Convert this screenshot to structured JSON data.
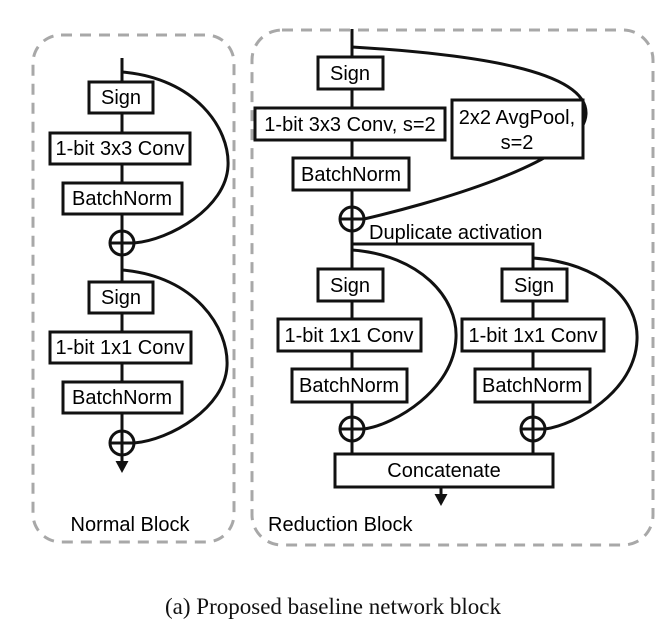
{
  "diagram": {
    "normal_block": {
      "label": "Normal Block",
      "nodes": {
        "sign1": "Sign",
        "conv3x3": "1-bit 3x3 Conv",
        "bn1": "BatchNorm",
        "sign2": "Sign",
        "conv1x1": "1-bit 1x1 Conv",
        "bn2": "BatchNorm"
      }
    },
    "reduction_block": {
      "label": "Reduction Block",
      "nodes": {
        "sign1": "Sign",
        "conv3x3s2": "1-bit 3x3 Conv, s=2",
        "avgpool_line1": "2x2 AvgPool,",
        "avgpool_line2": "s=2",
        "bn1": "BatchNorm",
        "duplicate_note": "Duplicate activation",
        "left_sign": "Sign",
        "left_conv": "1-bit 1x1 Conv",
        "left_bn": "BatchNorm",
        "right_sign": "Sign",
        "right_conv": "1-bit 1x1 Conv",
        "right_bn": "BatchNorm",
        "concat": "Concatenate"
      }
    },
    "caption": "(a) Proposed baseline network block",
    "colors": {
      "line": "#111111",
      "dash_border": "#a8a8a8",
      "background": "#ffffff"
    }
  }
}
